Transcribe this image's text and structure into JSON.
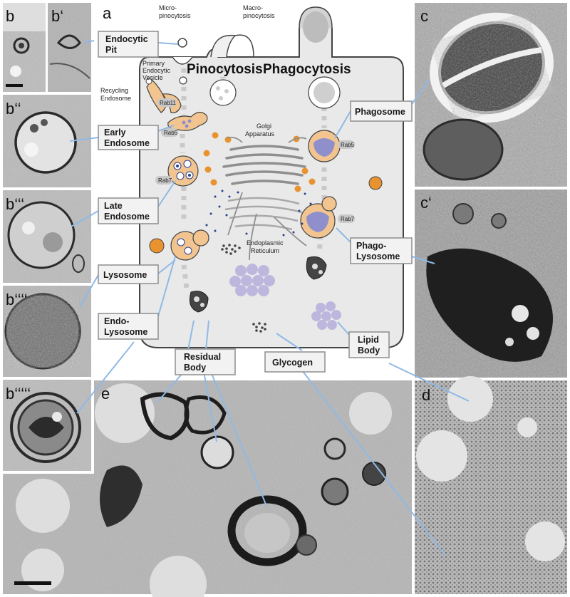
{
  "panel_letters": {
    "a": "a",
    "b": "b",
    "b1": "b‘",
    "b2": "b‘‘",
    "b3": "b‘‘‘",
    "b4": "b‘‘‘‘",
    "b5": "b‘‘‘‘‘",
    "c": "c",
    "c1": "c‘",
    "d": "d",
    "e": "e"
  },
  "headings": {
    "pinocytosis": "Pinocytosis",
    "phagocytosis": "Phagocytosis"
  },
  "diagram_labels": {
    "micro_1": "Micro-",
    "micro_2": "pinocytosis",
    "macro_1": "Macro-",
    "macro_2": "pinocytosis",
    "primary_1": "Primary",
    "primary_2": "Endocytic",
    "primary_3": "Vesicle",
    "recycling_1": "Recycling",
    "recycling_2": "Endosome",
    "golgi_1": "Golgi",
    "golgi_2": "Apparatus",
    "er_1": "Endoplasmic",
    "er_2": "Reticulum"
  },
  "rab_labels": {
    "rab11": "Rab11",
    "rab5a": "Rab5",
    "rab5b": "Rab5",
    "rab7a": "Rab7",
    "rab7b": "Rab7"
  },
  "callouts": {
    "endocytic_pit_1": "Endocytic",
    "endocytic_pit_2": "Pit",
    "early_endosome_1": "Early",
    "early_endosome_2": "Endosome",
    "late_endosome_1": "Late",
    "late_endosome_2": "Endosome",
    "lysosome": "Lysosome",
    "endo_lysosome_1": "Endo-",
    "endo_lysosome_2": "Lysosome",
    "residual_body_1": "Residual",
    "residual_body_2": "Body",
    "glycogen": "Glycogen",
    "phagosome": "Phagosome",
    "phago_lysosome_1": "Phago-",
    "phago_lysosome_2": "Lysosome",
    "lipid_body_1": "Lipid",
    "lipid_body_2": "Body"
  },
  "colors": {
    "cell": "#e9e9e9",
    "cell_stroke": "#444444",
    "orange": "#e8932f",
    "orange_light": "#f2c590",
    "purple": "#8f8fcb",
    "purple_light": "#b9b6dc",
    "lipid": "#bdb7de",
    "dark_blue": "#2a3f8f",
    "grey_dash": "#c9c9c9",
    "callout_bg": "#f2f2f2",
    "callout_border": "#8e8e8e",
    "leader": "#8fb9e6",
    "em_bg": "#c7c7c7",
    "em_dark": "#2b2b2b"
  }
}
